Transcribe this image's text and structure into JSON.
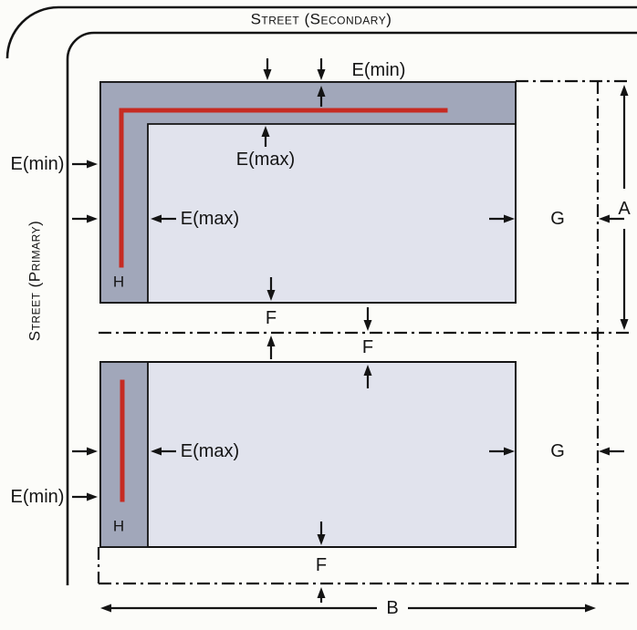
{
  "colors": {
    "paper": "#fcfcf9",
    "ink": "#141414",
    "building_fill": "#e1e3ed",
    "band_fill": "#a1a7ba",
    "accent_red": "#c62b22"
  },
  "streets": {
    "secondary_label": "Street (Secondary)",
    "primary_label": "Street (Primary)"
  },
  "labels": {
    "e_min": "E(min)",
    "e_max": "E(max)",
    "a": "A",
    "b": "B",
    "f": "F",
    "g": "G",
    "h": "H"
  }
}
